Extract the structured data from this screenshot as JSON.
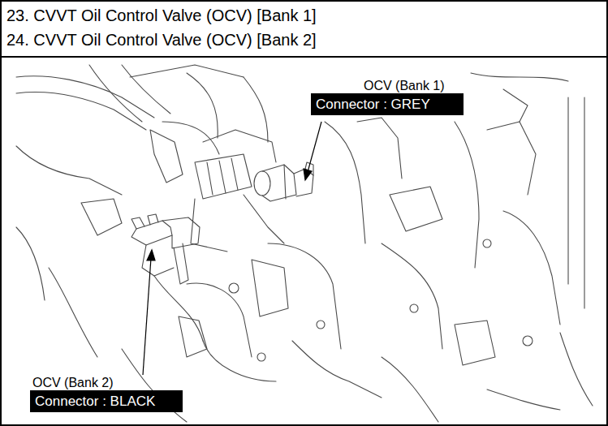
{
  "diagram": {
    "nodes": [
      {
        "text": [
          "OCV (Bank 1)",
          "Connector : GREY"
        ]
      },
      {
        "text": [
          "OCV (Bank 2)",
          "Connector : BLACK"
        ]
      }
    ],
    "labels": [
      "23. CVVT Oil Control Valve (OCV) [Bank 1]",
      "24. CVVT Oil Control Valve (OCV) [Bank 2]"
    ]
  }
}
